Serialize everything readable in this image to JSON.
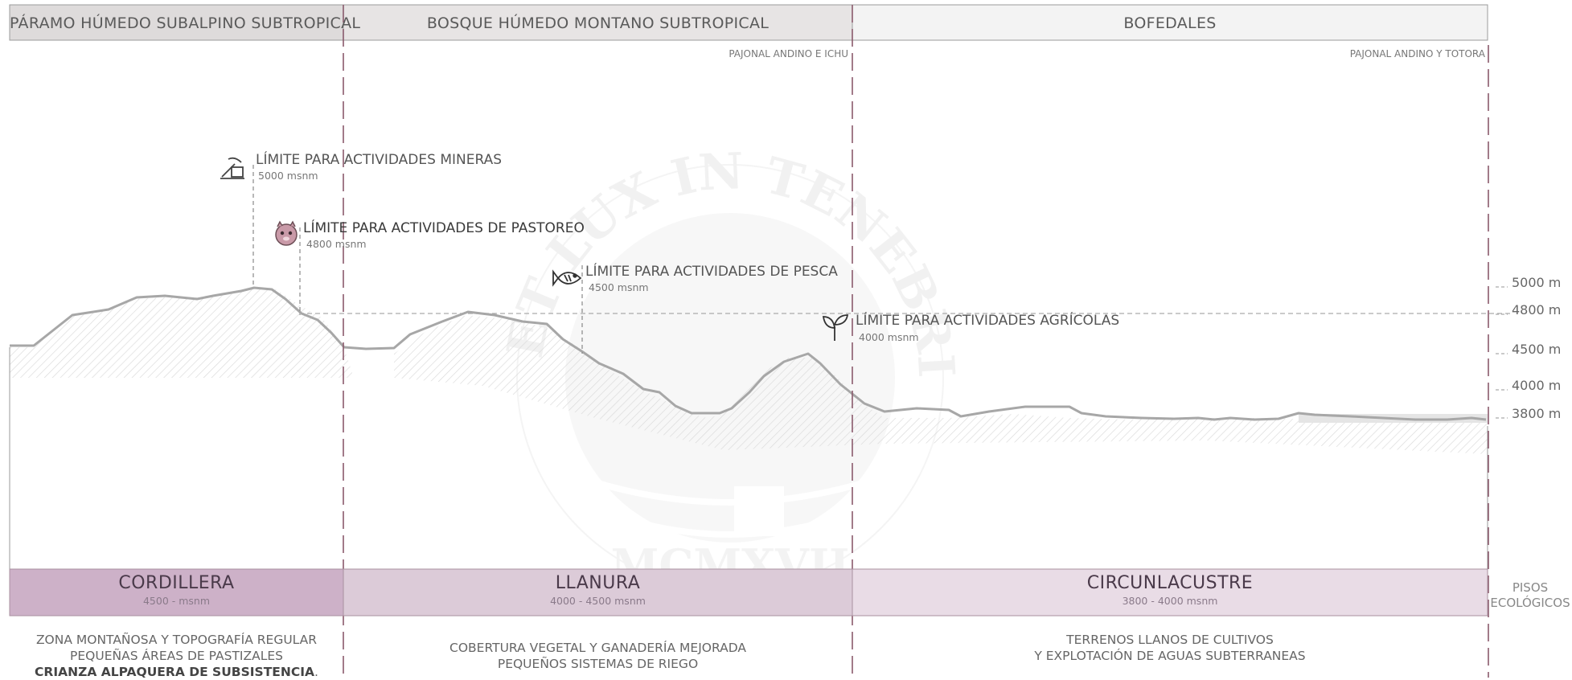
{
  "header": {
    "zones": [
      {
        "label": "PÁRAMO HÚMEDO SUBALPINO SUBTROPICAL"
      },
      {
        "label": "BOSQUE HÚMEDO MONTANO SUBTROPICAL"
      },
      {
        "label": "BOFEDALES"
      }
    ],
    "vegetation": [
      "PAJONAL ANDINO E ICHU",
      "PAJONAL ANDINO Y TOTORA"
    ]
  },
  "limits": [
    {
      "title": "LÍMITE PARA ACTIVIDADES MINERAS",
      "altitude": "5000 msnm",
      "icon": "mining-pickaxe-icon"
    },
    {
      "title": "LÍMITE PARA ACTIVIDADES DE PASTOREO",
      "altitude": "4800 msnm",
      "icon": "alpaca-icon"
    },
    {
      "title": "LÍMITE PARA ACTIVIDADES DE PESCA",
      "altitude": "4500 msnm",
      "icon": "fish-icon"
    },
    {
      "title": "LÍMITE PARA ACTIVIDADES AGRÍCOLAS",
      "altitude": "4000 msnm",
      "icon": "sprout-icon"
    }
  ],
  "elevations": [
    "5000 m",
    "4800 m",
    "4500 m",
    "4000 m",
    "3800 m"
  ],
  "bands": [
    {
      "title": "CORDILLERA",
      "range": "4500 - msnm",
      "color": "#cdb1c8"
    },
    {
      "title": "LLANURA",
      "range": "4000  - 4500 msnm",
      "color": "#dccbd8"
    },
    {
      "title": "CIRCUNLACUSTRE",
      "range": "3800  - 4000 msnm",
      "color": "#e9dce6"
    }
  ],
  "side_label": {
    "line1": "PISOS",
    "line2": "ECOLÓGICOS"
  },
  "descriptions": [
    {
      "line1": "ZONA MONTAÑOSA Y TOPOGRAFÍA REGULAR",
      "line2": "PEQUEÑAS ÁREAS DE PASTIZALES",
      "line3": "CRIANZA ALPAQUERA DE SUBSISTENCIA",
      "line3_suffix": "."
    },
    {
      "line1": "COBERTURA VEGETAL  Y GANADERÍA MEJORADA",
      "line2": "PEQUEÑOS SISTEMAS DE RIEGO"
    },
    {
      "line1": "TERRENOS LLANOS DE CULTIVOS",
      "line2": "Y EXPLOTACIÓN DE AGUAS SUBTERRANEAS"
    }
  ],
  "watermark": {
    "text": "ET LUX IN TENEBRIS LUCET",
    "year": "MCMXVII"
  },
  "colors": {
    "header_zone_1": "#dedbdb",
    "header_zone_2": "#e7e4e4",
    "header_zone_3": "#f3f3f3",
    "divider": "#8a5a6c",
    "profile": "#a7a7a7"
  }
}
